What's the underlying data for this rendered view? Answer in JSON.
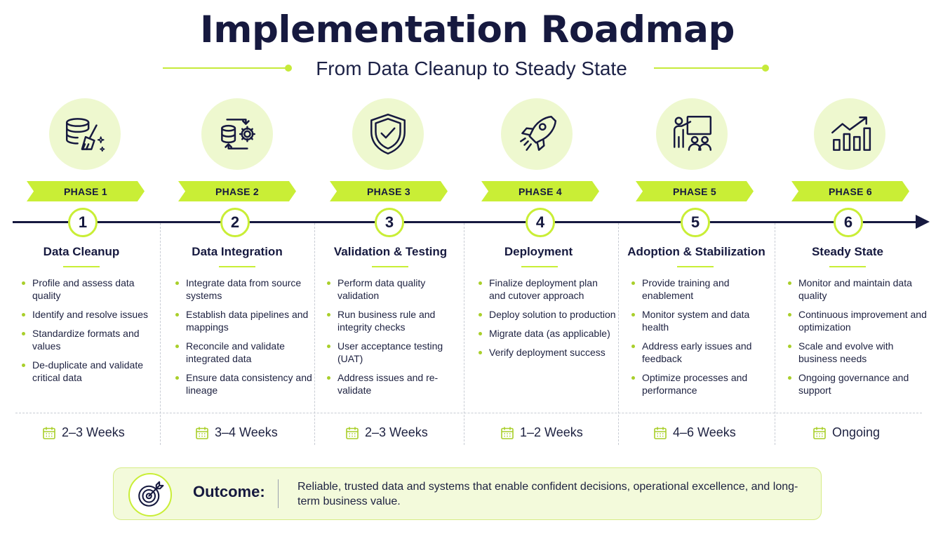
{
  "header": {
    "title": "Implementation Roadmap",
    "subtitle": "From Data Cleanup to Steady State"
  },
  "colors": {
    "accent": "#c9ee36",
    "accent_light": "#eef8cf",
    "navy": "#16193f"
  },
  "phases": [
    {
      "banner": "PHASE 1",
      "number": "1",
      "title": "Data Cleanup",
      "icon": "database-broom-icon",
      "items": [
        "Profile and assess data quality",
        "Identify and resolve issues",
        "Standardize formats and values",
        "De-duplicate and validate critical data"
      ],
      "duration": "2–3 Weeks"
    },
    {
      "banner": "PHASE 2",
      "number": "2",
      "title": "Data Integration",
      "icon": "database-sync-gear-icon",
      "items": [
        "Integrate data from source systems",
        "Establish data pipelines and mappings",
        "Reconcile and validate integrated data",
        "Ensure data consistency and lineage"
      ],
      "duration": "3–4 Weeks"
    },
    {
      "banner": "PHASE 3",
      "number": "3",
      "title": "Validation & Testing",
      "icon": "shield-check-icon",
      "items": [
        "Perform data quality validation",
        "Run business rule and integrity checks",
        "User acceptance testing (UAT)",
        "Address issues and re-validate"
      ],
      "duration": "2–3 Weeks"
    },
    {
      "banner": "PHASE 4",
      "number": "4",
      "title": "Deployment",
      "icon": "rocket-icon",
      "items": [
        "Finalize deployment plan and cutover approach",
        "Deploy solution to production",
        "Migrate data (as applicable)",
        "Verify deployment success"
      ],
      "duration": "1–2 Weeks"
    },
    {
      "banner": "PHASE 5",
      "number": "5",
      "title": "Adoption & Stabilization",
      "icon": "presentation-training-icon",
      "items": [
        "Provide training and enablement",
        "Monitor system and data health",
        "Address early issues and feedback",
        "Optimize processes and performance"
      ],
      "duration": "4–6 Weeks"
    },
    {
      "banner": "PHASE 6",
      "number": "6",
      "title": "Steady State",
      "icon": "growth-chart-icon",
      "items": [
        "Monitor and maintain data quality",
        "Continuous improvement and optimization",
        "Scale and evolve with business needs",
        "Ongoing governance and support"
      ],
      "duration": "Ongoing"
    }
  ],
  "outcome": {
    "label": "Outcome:",
    "icon": "target-icon",
    "text": "Reliable, trusted data and systems that enable confident decisions, operational excellence, and long-term business value."
  }
}
